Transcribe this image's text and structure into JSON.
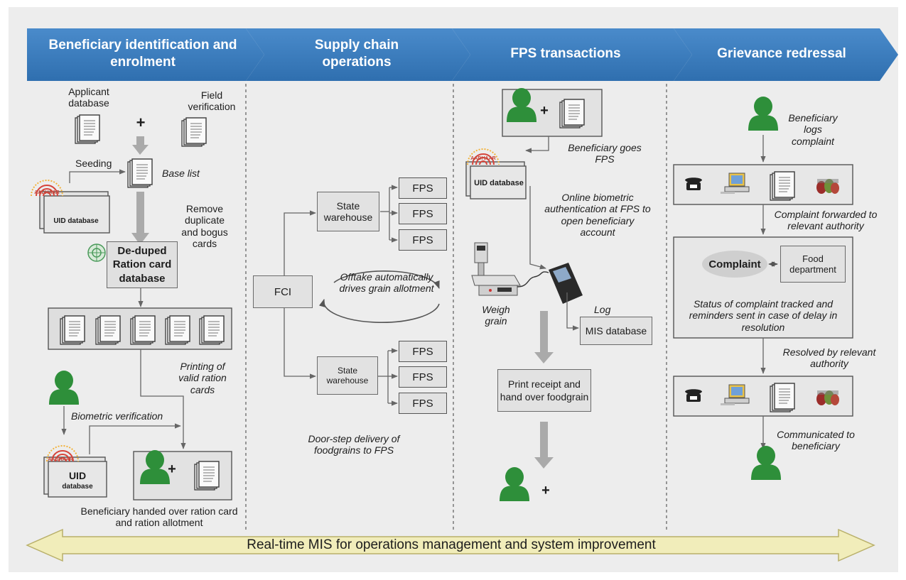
{
  "headers": [
    "Beneficiary identification and enrolment",
    "Supply chain operations",
    "FPS transactions",
    "Grievance redressal"
  ],
  "enrolment": {
    "applicant_database": "Applicant database",
    "field_verification": "Field verification",
    "plus": "+",
    "seeding": "Seeding",
    "base_list": "Base list",
    "aadhaar_logo_text": "AADHAAR",
    "uid_database": "UID database",
    "remove_duplicate": "Remove duplicate and bogus cards",
    "deduped_database": "De-duped Ration card database",
    "printing_cards": "Printing of valid ration cards",
    "biometric_verification": "Biometric verification",
    "uid_label": "UID",
    "database_label": "database",
    "handed_over": "Beneficiary handed over ration card and ration allotment"
  },
  "supply_chain": {
    "fci": "FCI",
    "state_warehouse_top": "State warehouse",
    "state_warehouse_bottom": "State warehouse",
    "fps_label": "FPS",
    "offtake": "Offtake automatically drives grain allotment",
    "doorstep": "Door-step delivery of foodgrains to FPS"
  },
  "fps_transactions": {
    "beneficiary_goes": "Beneficiary goes FPS",
    "uid_database": "UID database",
    "online_auth": "Online biometric authentication at FPS to open beneficiary account",
    "weigh_grain": "Weigh grain",
    "log": "Log",
    "mis_database": "MIS database",
    "print_receipt": "Print receipt and hand over foodgrain",
    "plus": "+"
  },
  "grievance": {
    "logs_complaint": "Beneficiary logs complaint",
    "forwarded": "Complaint forwarded to relevant authority",
    "complaint": "Complaint",
    "food_department": "Food department",
    "status_tracked": "Status of complaint tracked and reminders sent in case of delay in resolution",
    "resolved": "Resolved by relevant authority",
    "communicated": "Communicated to beneficiary"
  },
  "footer": "Real-time MIS for operations management and system improvement",
  "colors": {
    "header_blue": "#3e7fc0",
    "person_green": "#2e8f3a",
    "bottom_bar_yellow": "#f1edba",
    "box_gray": "#e7e7e7"
  }
}
